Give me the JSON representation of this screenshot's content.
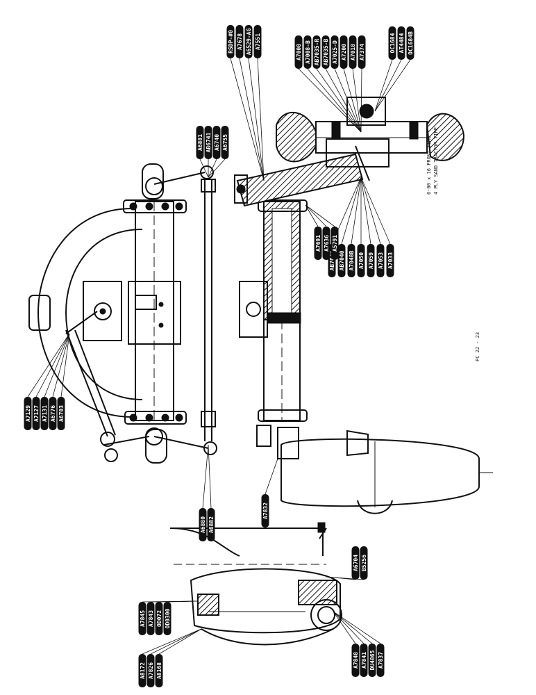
{
  "labels": {
    "upper_top": [
      "RSDP-#0",
      "A7678",
      "A6529-AG",
      "A7551"
    ],
    "hub_right": [
      "A7008",
      "A7008-B",
      "AB7035-R",
      "AB7035-B",
      "A7025-D",
      "A7200",
      "A7018",
      "A7374"
    ],
    "hub_far_right": [
      "OC1684",
      "AT4484",
      "OC1684B"
    ],
    "spindle_lower": [
      "AB7048",
      "AB7040",
      "A7048B",
      "A7050",
      "A7059",
      "A7053",
      "A7033"
    ],
    "tie_rod_upper": [
      "A6881",
      "AB6741",
      "A6740",
      "A6755"
    ],
    "arm_left": [
      "A7691",
      "A7636",
      "A5791"
    ],
    "drag_link": [
      "A7129",
      "A7127",
      "A7131",
      "A6776",
      "A6703"
    ],
    "tie_rod_lower": [
      "A6880",
      "A6882"
    ],
    "front_wheel": [
      "A7832"
    ],
    "pivot_right": [
      "A6704",
      "B5256"
    ],
    "pivot_right_lower": [
      "A7848",
      "A7841",
      "DU4865",
      "A7837"
    ],
    "pivot_left_upper": [
      "A7845",
      "A7843",
      "OD072",
      "OD0300"
    ],
    "pivot_left_lower": [
      "A8172",
      "A7826",
      "A8168"
    ]
  },
  "notes": {
    "tire_line1": "6-00 x 16 FRONT TIRE",
    "tire_line2": "4 PLY SAND TRACTOR TIRE",
    "figure_no": "PC 22 - 23"
  },
  "colors": {
    "ink": "#111111",
    "paper": "#ffffff",
    "label_fill": "#111111",
    "label_text": "#ffffff"
  }
}
